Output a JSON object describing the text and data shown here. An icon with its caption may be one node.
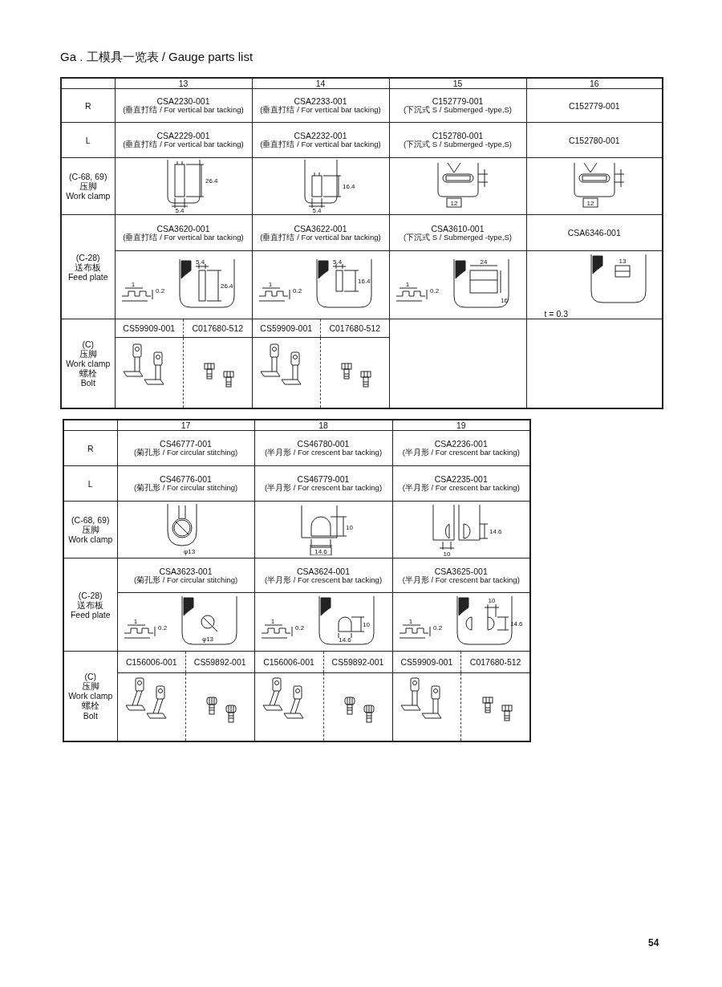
{
  "diagram": {
    "title": "Ga . 工模具一览表 / Gauge parts list",
    "labels": [
      "13",
      "14",
      "15",
      "16",
      "R",
      "CSA2230-001",
      "(垂直打结 / For vertical bar tacking)",
      "CSA2233-001",
      "(垂直打结 / For vertical bar tacking)",
      "C152779-001",
      "(下沉式 S / Submerged -type,S)",
      "C152779-001",
      "L",
      "CSA2229-001",
      "(垂直打结 / For vertical bar tacking)",
      "CSA2232-001",
      "(垂直打结 / For vertical bar tacking)",
      "C152780-001",
      "(下沉式 S / Submerged -type,S)",
      "C152780-001",
      "(C-68, 69)",
      "压脚",
      "Work clamp",
      "26.4",
      "5.4",
      "16.4",
      "5.4",
      "12",
      "12",
      "(C-28)",
      "送布板",
      "Feed plate",
      "CSA3620-001",
      "(垂直打结 / For vertical bar tacking)",
      "CSA3622-001",
      "(垂直打结 / For vertical bar tacking)",
      "CSA3610-001",
      "(下沉式 S / Submerged -type,S)",
      "CSA6346-001",
      "1",
      "0.2",
      "5.4",
      "26.4",
      "1",
      "0.2",
      "5.4",
      "16.4",
      "1",
      "0.2",
      "24",
      "16",
      "13",
      "t = 0.3",
      "(C)",
      "压脚",
      "Work clamp",
      "螺栓",
      "Bolt",
      "CS59909-001",
      "C017680-512",
      "CS59909-001",
      "C017680-512",
      "17",
      "18",
      "19",
      "R",
      "CS46777-001",
      "(菊孔形 / For circular stitching)",
      "CS46780-001",
      "(半月形 / For crescent bar tacking)",
      "CSA2236-001",
      "(半月形 / For crescent bar tacking)",
      "L",
      "CS46776-001",
      "(菊孔形 / For circular stitching)",
      "CS46779-001",
      "(半月形 / For crescent bar tacking)",
      "CSA2235-001",
      "(半月形 / For crescent bar tacking)",
      "(C-68, 69)",
      "压脚",
      "Work clamp",
      "φ13",
      "10",
      "14.6",
      "14.6",
      "10",
      "(C-28)",
      "送布板",
      "Feed plate",
      "CSA3623-001",
      "(菊孔形 / For circular stitching)",
      "CSA3624-001",
      "(半月形 / For crescent bar tacking)",
      "CSA3625-001",
      "(半月形 / For crescent bar tacking)",
      "1",
      "0.2",
      "φ13",
      "1",
      "0.2",
      "10",
      "14.6",
      "1",
      "0.2",
      "10",
      "14.6",
      "(C)",
      "压脚",
      "Work clamp",
      "螺栓",
      "Bolt",
      "C156006-001",
      "CS59892-001",
      "C156006-001",
      "CS59892-001",
      "CS59909-001",
      "C017680-512",
      "54"
    ]
  }
}
